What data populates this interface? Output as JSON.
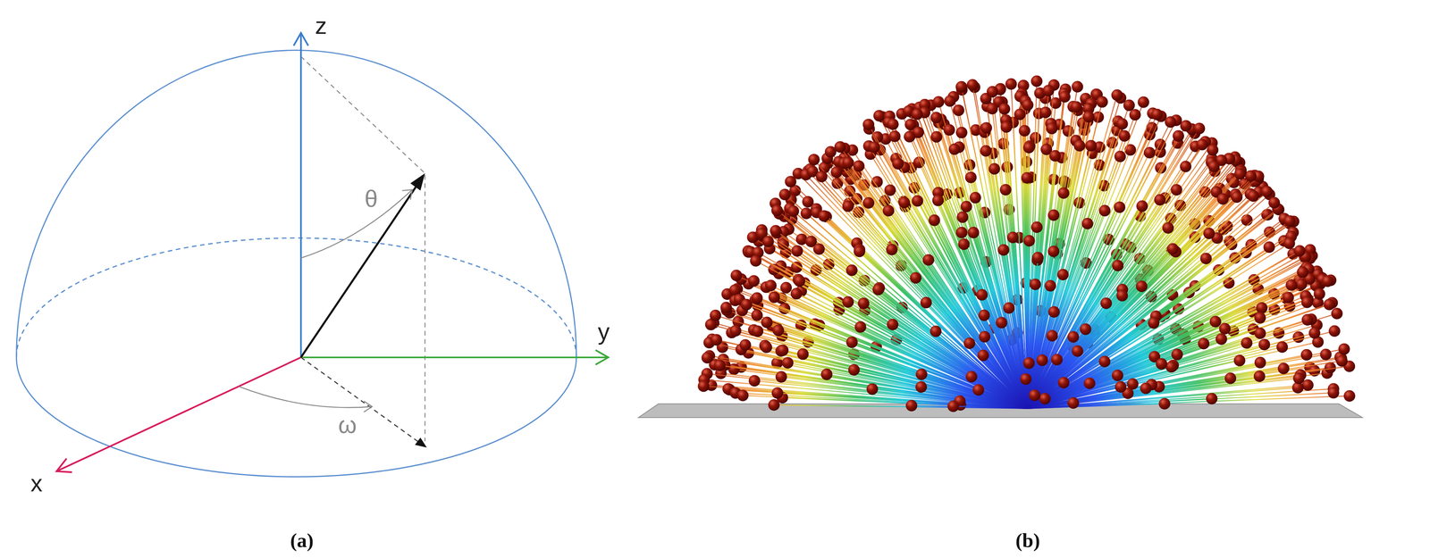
{
  "diagram": {
    "labels": [
      "z",
      "y",
      "x",
      "θ",
      "ω",
      "(a)",
      "(b)"
    ]
  }
}
